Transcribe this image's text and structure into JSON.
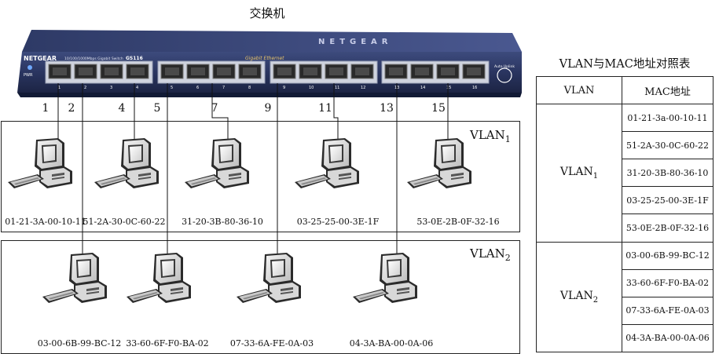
{
  "diagram_title": "交换机",
  "switch": {
    "brand": "NETGEAR",
    "model": "GS116",
    "model_desc": "10/100/1000Mbps Gigabit Switch",
    "pwr_label": "PWR",
    "gigabit_label": "Gigabit Ethernet",
    "autouplink_label": "Auto Uplink",
    "port_labels": [
      "1",
      "2",
      "3",
      "4",
      "5",
      "6",
      "7",
      "8",
      "9",
      "10",
      "11",
      "12",
      "13",
      "14",
      "15",
      "16"
    ]
  },
  "port_numbers": [
    "1",
    "2",
    "4",
    "5",
    "7",
    "9",
    "11",
    "13",
    "15"
  ],
  "vlans": [
    {
      "label": "VLAN",
      "sub": "1"
    },
    {
      "label": "VLAN",
      "sub": "2"
    }
  ],
  "computers_vlan1": [
    "01-21-3A-00-10-11",
    "51-2A-30-0C-60-22",
    "31-20-3B-80-36-10",
    "03-25-25-00-3E-1F",
    "53-0E-2B-0F-32-16"
  ],
  "computers_vlan2": [
    "03-00-6B-99-BC-12",
    "33-60-6F-F0-BA-02",
    "07-33-6A-FE-0A-03",
    "04-3A-BA-00-0A-06"
  ],
  "table": {
    "title": "VLAN与MAC地址对照表",
    "col_vlan": "VLAN",
    "col_mac": "MAC地址",
    "groups": [
      {
        "vlan": "VLAN",
        "sub": "1",
        "macs": [
          "01-21-3a-00-10-11",
          "51-2A-30-0C-60-22",
          "31-20-3B-80-36-10",
          "03-25-25-00-3E-1F",
          "53-0E-2B-0F-32-16"
        ]
      },
      {
        "vlan": "VLAN",
        "sub": "2",
        "macs": [
          "03-00-6B-99-BC-12",
          "33-60-6F-F0-BA-02",
          "07-33-6A-FE-0A-03",
          "04-3A-BA-00-0A-06"
        ]
      }
    ]
  }
}
